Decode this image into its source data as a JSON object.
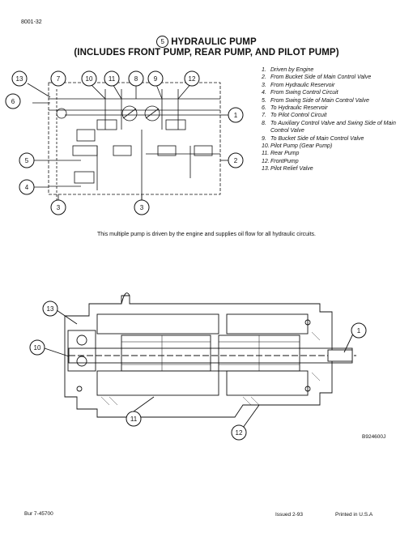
{
  "header": {
    "doc_id": "8001-32"
  },
  "title": {
    "badge": "5",
    "line1": "HYDRAULIC PUMP",
    "line2": "(INCLUDES FRONT PUMP, REAR PUMP, AND PILOT PUMP)"
  },
  "schematic": {
    "callouts": [
      "13",
      "7",
      "10",
      "11",
      "8",
      "9",
      "12",
      "6",
      "1",
      "5",
      "2",
      "4",
      "3",
      "3"
    ]
  },
  "legend": [
    {
      "n": "1.",
      "text": "Driven by Engine"
    },
    {
      "n": "2.",
      "text": "From Bucket Side of Main Control Valve"
    },
    {
      "n": "3.",
      "text": "From Hydraulic Reservoir"
    },
    {
      "n": "4.",
      "text": "From Swing Control Circuit"
    },
    {
      "n": "5.",
      "text": "From Swing Side of Main Control Valve"
    },
    {
      "n": "6.",
      "text": "To Hydraulic Reservoir"
    },
    {
      "n": "7.",
      "text": "To Pilot Control Circuit"
    },
    {
      "n": "8.",
      "text": "To Auxiliary Control Valve and Swing Side of Main Control Valve"
    },
    {
      "n": "9.",
      "text": "To Bucket Side of Main Control Valve"
    },
    {
      "n": "10.",
      "text": "Pilot Pump (Gear Pump)"
    },
    {
      "n": "11.",
      "text": "Rear Pump"
    },
    {
      "n": "12.",
      "text": "FrontPump"
    },
    {
      "n": "13.",
      "text": "Pilot Relief Valve"
    }
  ],
  "caption": "This multiple pump is driven by the engine and supplies oil flow for all hydraulic circuits.",
  "cutaway": {
    "callouts": [
      "13",
      "10",
      "1",
      "11",
      "12"
    ],
    "figure_id": "B924600J"
  },
  "footer": {
    "left": "Bur 7-45700",
    "middle": "Issued 2-93",
    "right": "Printed in U.S.A"
  }
}
